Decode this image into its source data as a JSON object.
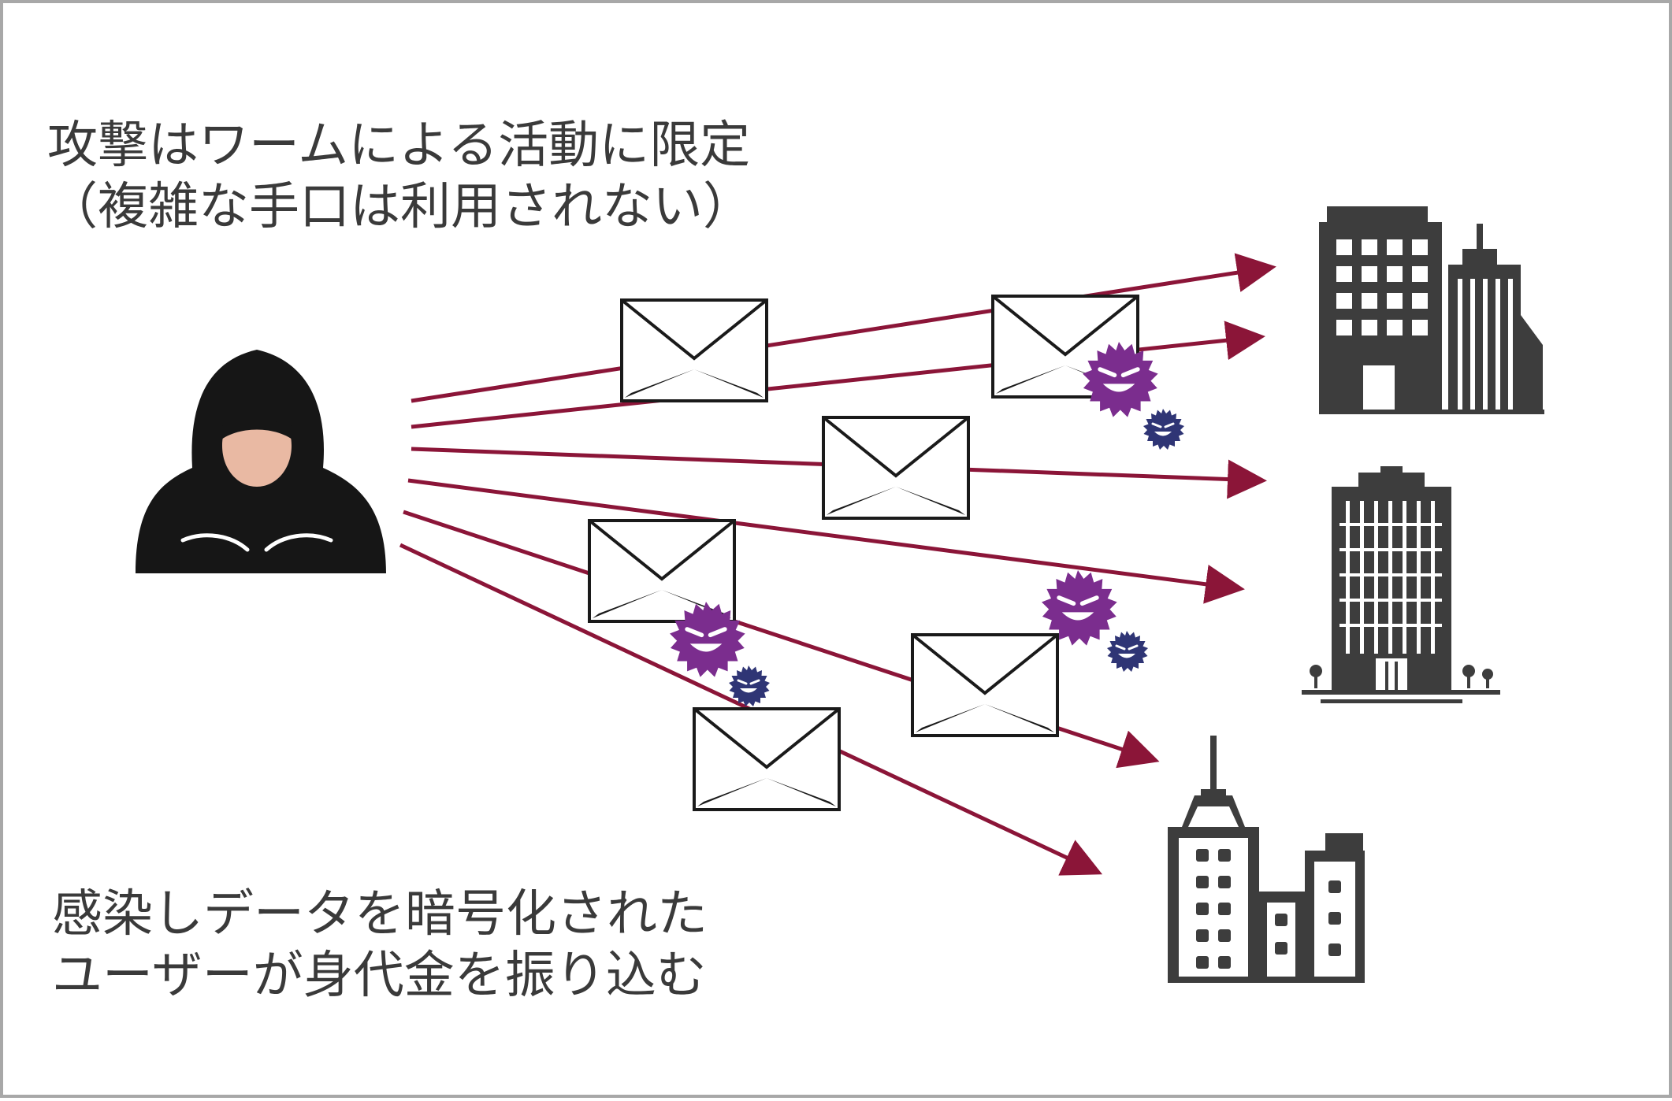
{
  "headline": {
    "line1": "攻撃はワームによる活動に限定",
    "line2": "（複雑な手口は利用されない）"
  },
  "footer": {
    "line1": "感染しデータを暗号化された",
    "line2": "ユーザーが身代金を振り込む"
  },
  "icons": {
    "attacker": "hooded-hacker-icon",
    "email": "envelope-icon",
    "malware": "virus-icon",
    "targets": [
      "office-buildings-icon",
      "skyscraper-icon",
      "city-buildings-icon"
    ]
  },
  "colors": {
    "arrow": "#8b1538",
    "malware_large": "#7b2d8e",
    "malware_small": "#2f3575",
    "building": "#3d3d3d",
    "text": "#3a3a3a"
  }
}
